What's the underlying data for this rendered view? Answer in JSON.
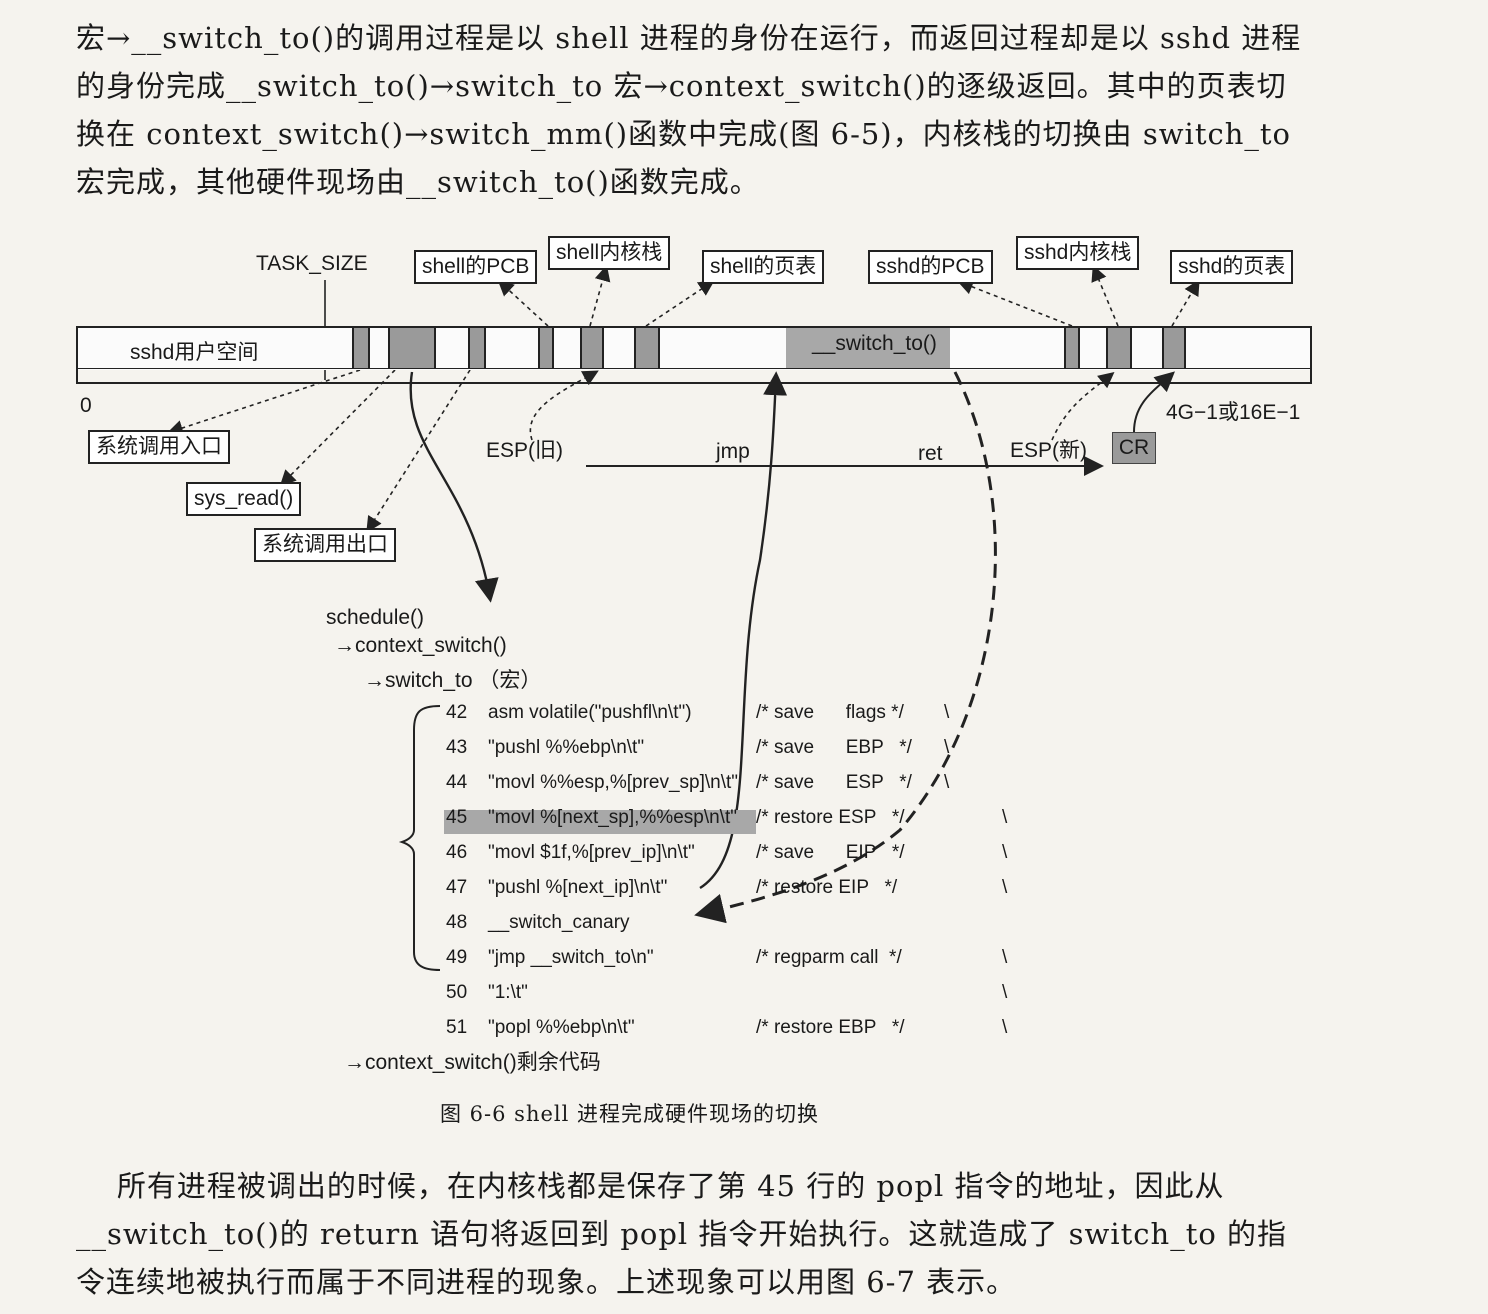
{
  "paragraph_top": "宏→__switch_to()的调用过程是以 shell 进程的身份在运行，而返回过程却是以 sshd 进程的身份完成__switch_to()→switch_to 宏→context_switch()的逐级返回。其中的页表切换在 context_switch()→switch_mm()函数中完成(图 6-5)，内核栈的切换由 switch_to 宏完成，其他硬件现场由__switch_to()函数完成。",
  "figure": {
    "task_size": "TASK_SIZE",
    "boxes": {
      "shell_pcb": "shell的PCB",
      "shell_kstack": "shell内核栈",
      "shell_pgtable": "shell的页表",
      "sshd_pcb": "sshd的PCB",
      "sshd_kstack": "sshd内核栈",
      "sshd_pgtable": "sshd的页表",
      "syscall_entry": "系统调用入口",
      "sys_read": "sys_read()",
      "syscall_exit": "系统调用出口"
    },
    "user_space": "sshd用户空间",
    "switch_to_fn": "__switch_to()",
    "addr_start": "0",
    "addr_end": "4G−1或16E−1",
    "esp_old": "ESP(旧)",
    "jmp": "jmp",
    "ret": "ret",
    "esp_new": "ESP(新)",
    "cr": "CR",
    "call_chain": [
      "schedule()",
      "→context_switch()",
      "→switch_to （宏）"
    ],
    "code_lines": [
      {
        "num": "42",
        "code": "asm volatile(\"pushfl\\n\\t\")",
        "comment": "/* save      flags */",
        "tail": "\\"
      },
      {
        "num": "43",
        "code": "\"pushl %%ebp\\n\\t\"",
        "comment": "/* save      EBP   */",
        "tail": "\\"
      },
      {
        "num": "44",
        "code": "\"movl %%esp,%[prev_sp]\\n\\t\"",
        "comment": "/* save      ESP   */",
        "tail": "\\"
      },
      {
        "num": "45",
        "code": "\"movl %[next_sp],%%esp\\n\\t\"",
        "comment": "/* restore ESP   */",
        "tail": "\\"
      },
      {
        "num": "46",
        "code": "\"movl $1f,%[prev_ip]\\n\\t\"",
        "comment": "/* save      EIP   */",
        "tail": "\\"
      },
      {
        "num": "47",
        "code": "\"pushl %[next_ip]\\n\\t\"",
        "comment": "/* restore EIP   */",
        "tail": "\\"
      },
      {
        "num": "48",
        "code": "__switch_canary",
        "comment": "",
        "tail": ""
      },
      {
        "num": "49",
        "code": "\"jmp __switch_to\\n\"",
        "comment": "/* regparm call  */",
        "tail": "\\"
      },
      {
        "num": "50",
        "code": "\"1:\\t\"",
        "comment": "",
        "tail": "\\"
      },
      {
        "num": "51",
        "code": "\"popl %%ebp\\n\\t\"",
        "comment": "/* restore EBP   */",
        "tail": "\\"
      }
    ],
    "rest_code": "→context_switch()剩余代码",
    "caption": "图 6-6   shell 进程完成硬件现场的切换"
  },
  "paragraph_bottom": "    所有进程被调出的时候，在内核栈都是保存了第 45 行的 popl 指令的地址，因此从__switch_to()的 return 语句将返回到 popl 指令开始执行。这就造成了 switch_to 的指令连续地被执行而属于不同进程的现象。上述现象可以用图 6-7 表示。"
}
